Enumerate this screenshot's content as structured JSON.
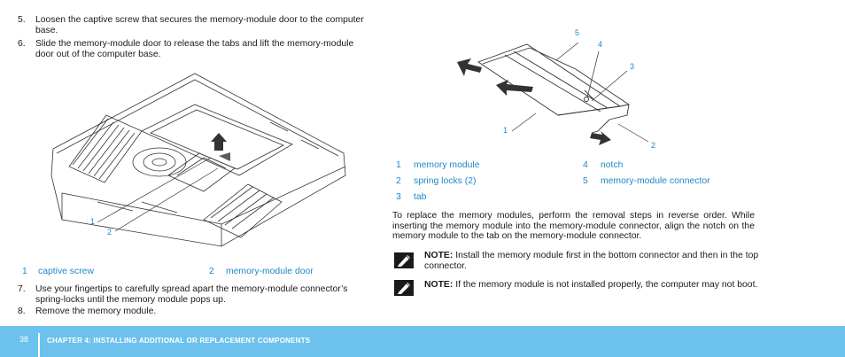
{
  "steps_top": [
    {
      "num": "5.",
      "text": "Loosen the captive screw that secures the memory-module door to the computer base."
    },
    {
      "num": "6.",
      "text": "Slide the memory-module door to release the tabs and lift the memory-module door out of the computer base."
    }
  ],
  "figure_left": {
    "labels": [
      "1",
      "2"
    ],
    "captions": [
      {
        "num": "1",
        "label": "captive screw"
      },
      {
        "num": "2",
        "label": "memory-module door"
      }
    ]
  },
  "steps_bottom": [
    {
      "num": "7.",
      "text": "Use your fingertips to carefully spread apart the memory-module connector’s spring-locks until the memory module pops up."
    },
    {
      "num": "8.",
      "text": "Remove the memory module."
    }
  ],
  "figure_right": {
    "labels": [
      "5",
      "4",
      "3",
      "1",
      "2"
    ],
    "captions": [
      {
        "num": "1",
        "label": "memory module"
      },
      {
        "num": "2",
        "label": "spring locks (2)"
      },
      {
        "num": "3",
        "label": "tab"
      },
      {
        "num": "4",
        "label": "notch"
      },
      {
        "num": "5",
        "label": "memory-module connector"
      }
    ]
  },
  "paragraph": "To replace the memory modules, perform the removal steps in reverse order. While inserting the memory module into the memory-module connector, align the notch on the memory module to the tab on the memory-module connector.",
  "notes": [
    {
      "label": "NOTE:",
      "text": " Install the memory module first in the bottom connector and then in the top connector."
    },
    {
      "label": "NOTE:",
      "text": " If the memory module is not installed properly, the computer may not boot."
    }
  ],
  "footer": {
    "page_number": "38",
    "chapter": "CHAPTER 4: INSTALLING ADDITIONAL OR REPLACEMENT COMPONENTS"
  },
  "colors": {
    "accent": "#1e88c9",
    "footer": "#6cc2ec"
  },
  "icons": [
    "note-pencil-icon"
  ]
}
